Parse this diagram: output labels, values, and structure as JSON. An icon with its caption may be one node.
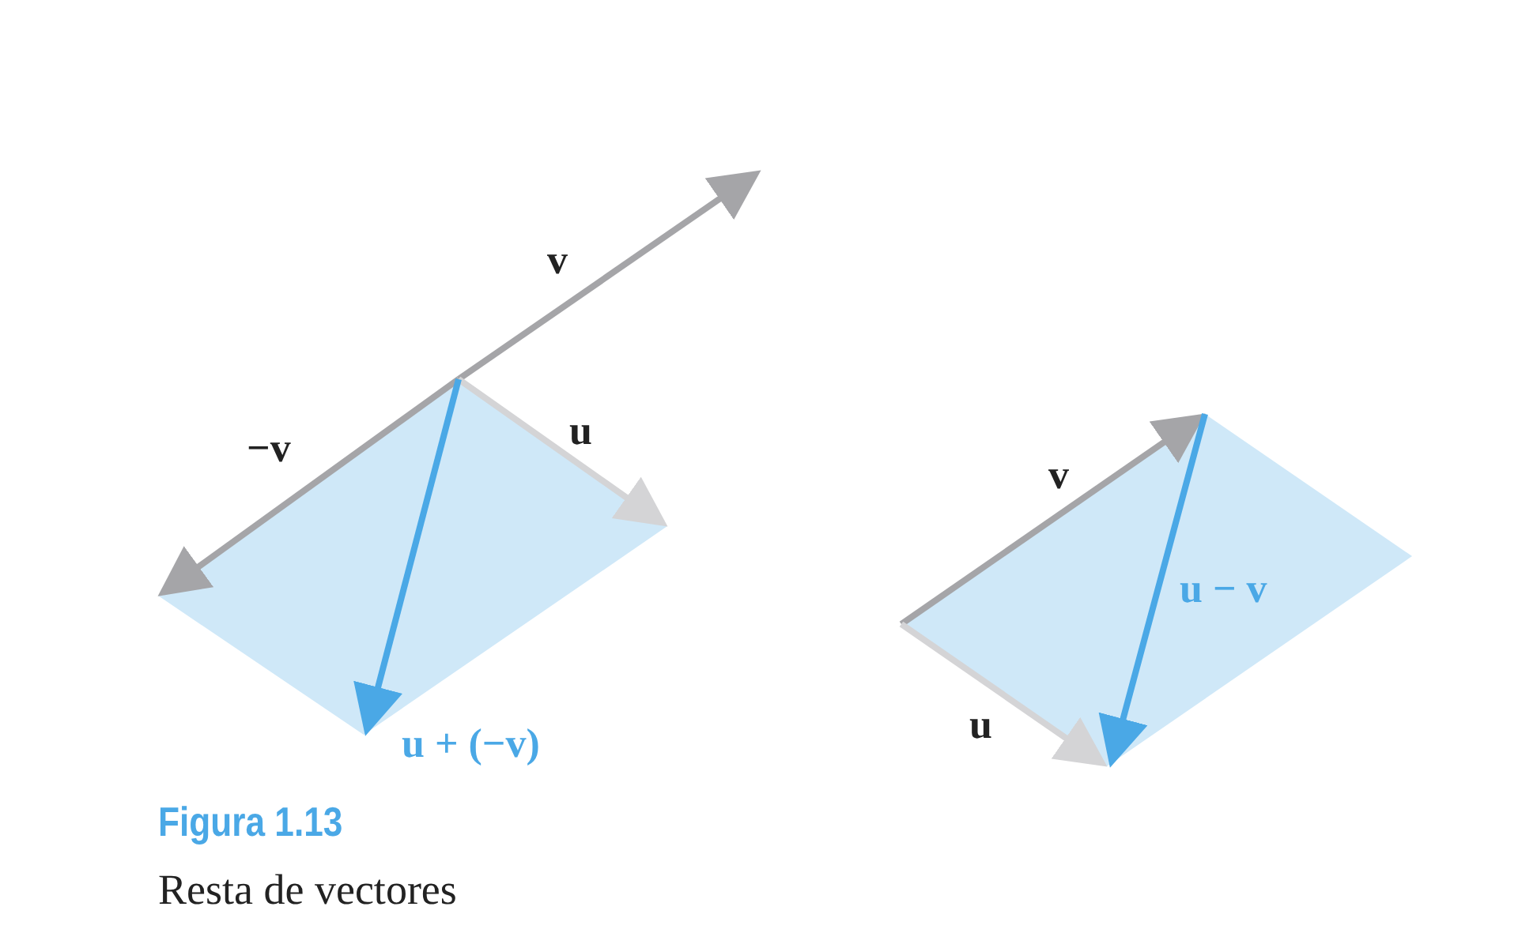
{
  "diagram": {
    "title": "Figura 1.13",
    "caption": "Resta de vectores",
    "labels": [
      "v",
      "u",
      "−v",
      "v",
      "u − v",
      "u",
      "u + (−v)"
    ]
  }
}
